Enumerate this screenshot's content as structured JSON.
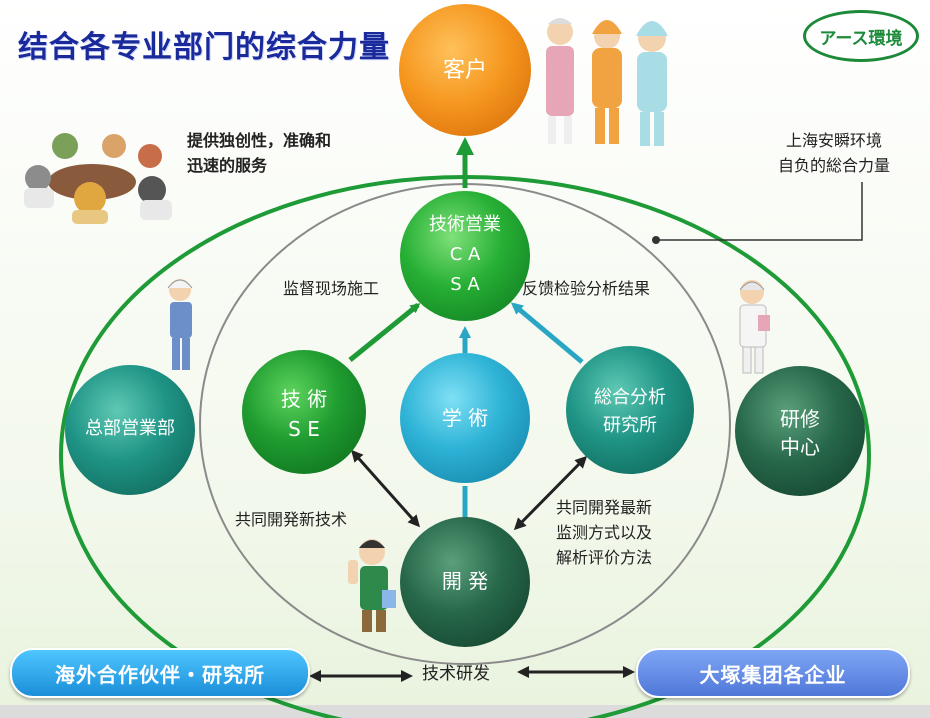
{
  "title": "结合各专业部门的综合力量",
  "logo_text": "アース環境",
  "customer": "客户",
  "sales_center": {
    "line1": "技術営業",
    "line2": "C A",
    "line3": "S A"
  },
  "nodes": {
    "tech_se": {
      "line1": "技 術",
      "line2": "S E"
    },
    "academic": "学 術",
    "analysis": {
      "line1": "総合分析",
      "line2": "研究所"
    },
    "development": "開 発",
    "hq_sales": "总部営業部",
    "training": {
      "line1": "研修",
      "line2": "中心"
    }
  },
  "annotations": {
    "service": [
      "提供独创性，准确和",
      "迅速的服务"
    ],
    "overall": [
      "上海安瞬环境",
      "自负的総合力量"
    ],
    "supervise": "监督现场施工",
    "feedback": "反馈检验分析结果",
    "joint_dev": "共同開発新技术",
    "joint_dev2": [
      "共同開発最新",
      "监测方式以及",
      "解析评价方法"
    ],
    "rd": "技术研发"
  },
  "partners": {
    "overseas": "海外合作伙伴・研究所",
    "otsuka": "大塚集团各企业"
  },
  "colors": {
    "green_node": "#1e9a36",
    "teal_arrow": "#2aa6c4",
    "orange": "#f08c1a",
    "title_blue": "#1a2a9a",
    "dark_green": "#1f5e3e",
    "logo_green": "#1d8a3a"
  }
}
